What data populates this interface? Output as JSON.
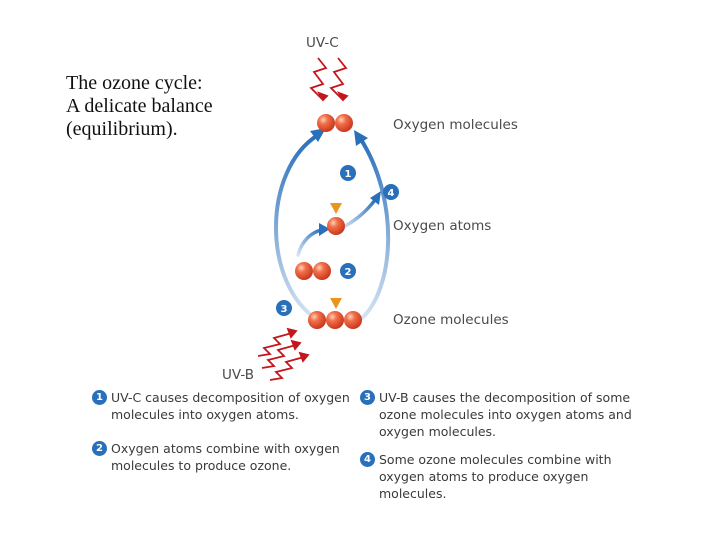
{
  "title_lines": [
    "The ozone cycle:",
    "A delicate balance",
    "(equilibrium)."
  ],
  "diagram": {
    "uvc_label": "UV-C",
    "uvb_label": "UV-B",
    "oxygen_molecules_label": "Oxygen molecules",
    "oxygen_atoms_label": "Oxygen atoms",
    "ozone_molecules_label": "Ozone molecules",
    "steps": [
      "1",
      "2",
      "3",
      "4"
    ]
  },
  "legend": [
    {
      "num": "1",
      "lines": [
        "UV-C causes decomposition of oxygen",
        "molecules into oxygen atoms."
      ]
    },
    {
      "num": "2",
      "lines": [
        "Oxygen atoms combine with oxygen",
        "molecules to produce ozone."
      ]
    },
    {
      "num": "3",
      "lines": [
        "UV-B  causes the decomposition of some",
        "ozone molecules into oxygen atoms and",
        "oxygen molecules."
      ]
    },
    {
      "num": "4",
      "lines": [
        "Some ozone molecules combine with",
        "oxygen atoms to produce oxygen",
        "molecules."
      ]
    }
  ],
  "colors": {
    "uv_bolt": "#c4161c",
    "blue_arrow": "#2a6fba",
    "orange_arrow": "#e8961e",
    "atom": "#e8583a",
    "badge": "#2a6fba"
  }
}
